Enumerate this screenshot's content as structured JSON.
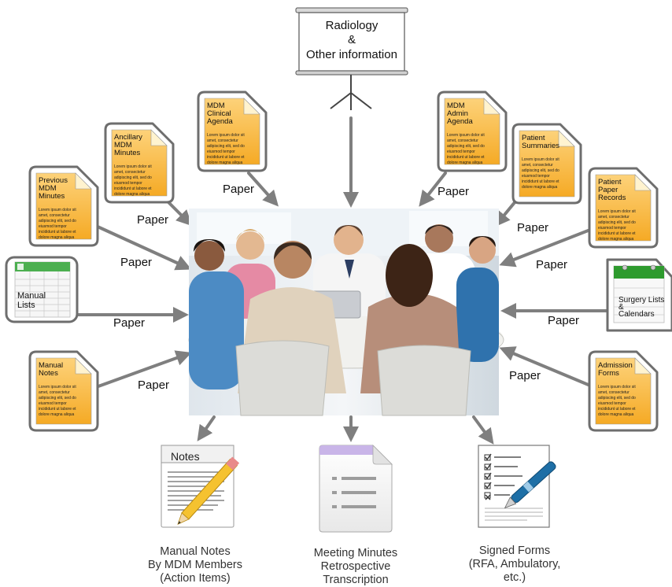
{
  "projector": {
    "lines": [
      "Radiology",
      "&",
      "Other information"
    ]
  },
  "paper_label": "Paper",
  "lorem": [
    "Lorem ipsum dolor sit",
    "amet, consectetur",
    "adipiscing elit, sed do",
    "eiusmod tempor",
    "incididunt ut labore et",
    "dolore magna aliqua"
  ],
  "documents": {
    "mdm_clinical_agenda": [
      "MDM",
      "Clinical",
      "Agenda"
    ],
    "ancillary_mdm_minutes": [
      "Ancillary",
      "MDM",
      "Minutes"
    ],
    "previous_mdm_minutes": [
      "Previous",
      "MDM",
      "Minutes"
    ],
    "manual_notes": [
      "Manual",
      "Notes"
    ],
    "mdm_admin_agenda": [
      "MDM",
      "Admin",
      "Agenda"
    ],
    "patient_summaries": [
      "Patient",
      "Summaries"
    ],
    "patient_paper_records": [
      "Patient",
      "Paper",
      "Records"
    ],
    "admission_forms": [
      "Admission",
      "Forms"
    ]
  },
  "spreadsheet": {
    "lines": [
      "Manual",
      "Lists"
    ]
  },
  "calendar": {
    "lines": [
      "Surgery Lists",
      "&",
      "Calendars"
    ]
  },
  "outputs": {
    "notes_pad_title": "Notes",
    "manual_notes": [
      "Manual Notes",
      "By MDM Members",
      "(Action Items)"
    ],
    "meeting_minutes": [
      "Meeting Minutes",
      "Retrospective",
      "Transcription"
    ],
    "signed_forms": [
      "Signed Forms",
      "(RFA, Ambulatory,",
      "etc.)"
    ]
  },
  "colors": {
    "doc_fill": "#f7b733",
    "doc_fill_light": "#fdd27a",
    "doc_border": "#6e6e6e",
    "arrow": "#7f7f7f",
    "spreadsheet_green": "#4caf50",
    "calendar_green": "#2e9b2e",
    "minutes_purple": "#c9b5e8"
  }
}
